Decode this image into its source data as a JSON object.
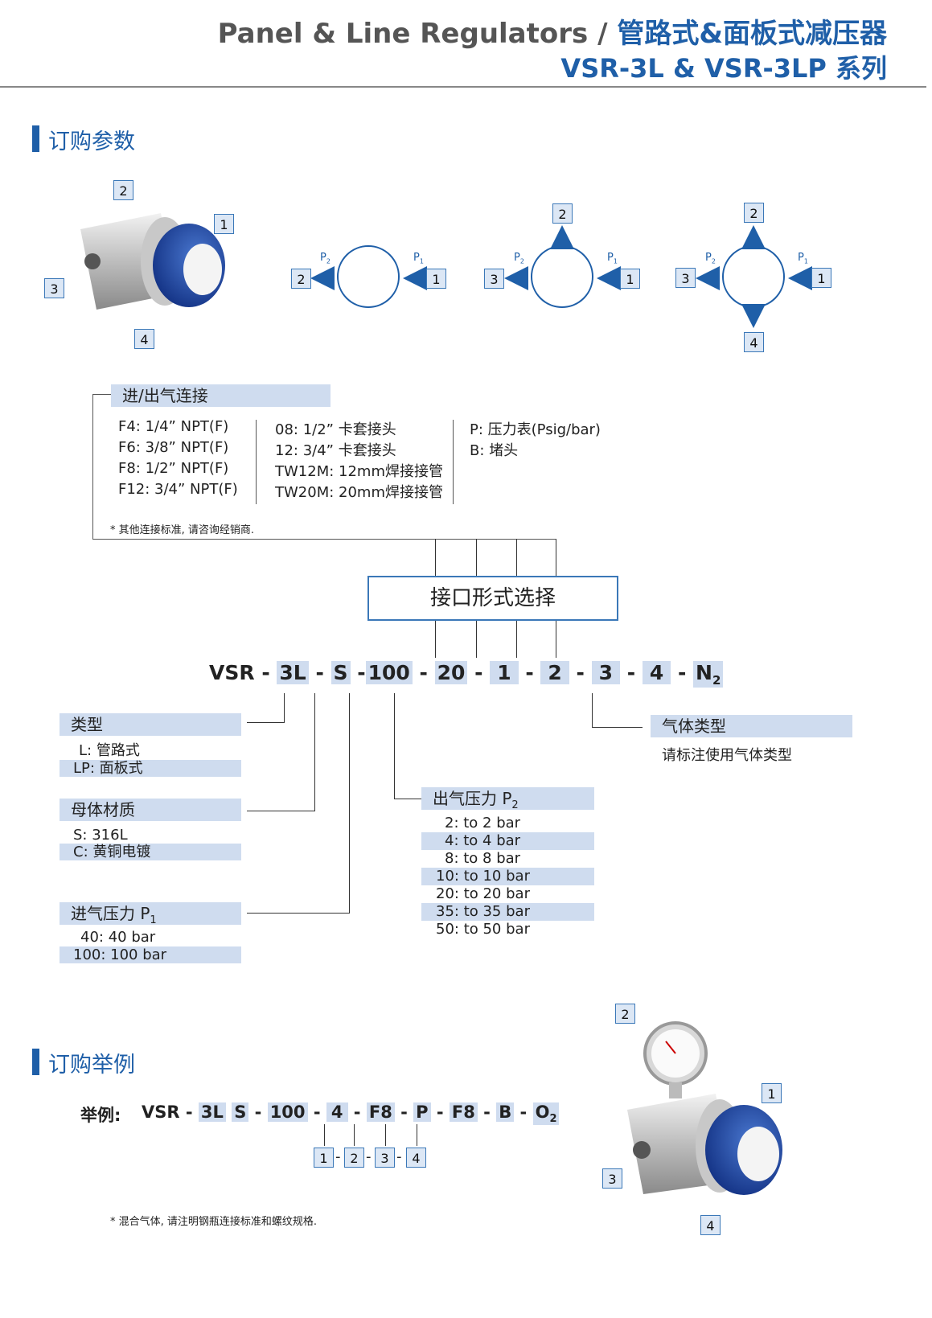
{
  "header": {
    "title_en": "Panel & Line Regulators /",
    "title_cn": "管路式&面板式减压器",
    "subtitle": "VSR-3L & VSR-3LP 系列"
  },
  "sections": {
    "order_params": "订购参数",
    "order_example": "订购举例"
  },
  "port_diagram": {
    "p1": "P",
    "p1_sub": "1",
    "p2": "P",
    "p2_sub": "2",
    "ports": [
      "1",
      "2",
      "3",
      "4"
    ]
  },
  "connections": {
    "title": "进/出气连接",
    "col1": [
      "F4:  1/4”  NPT(F)",
      "F6:  3/8”  NPT(F)",
      "F8:  1/2”  NPT(F)",
      "F12:  3/4”  NPT(F)"
    ],
    "col2": [
      "08: 1/2”  卡套接头",
      "12: 3/4”  卡套接头",
      "TW12M: 12mm焊接接管",
      "TW20M: 20mm焊接接管"
    ],
    "col3": [
      "P: 压力表(Psig/bar)",
      "B: 堵头"
    ],
    "note": "* 其他连接标准, 请咨询经销商."
  },
  "interface_box": "接口形式选择",
  "model_code": {
    "prefix": "VSR",
    "type": "3L",
    "body": "S",
    "inlet": "100",
    "outlet": "20",
    "p1": "1",
    "p2": "2",
    "p3": "3",
    "p4": "4",
    "gas": "N",
    "gas_sub": "2"
  },
  "type_section": {
    "title": "类型",
    "items": [
      "L:  管路式",
      "LP:  面板式"
    ]
  },
  "body_section": {
    "title": "母体材质",
    "items": [
      "S:  316L",
      "C:  黄铜电镀"
    ]
  },
  "inlet_section": {
    "title": "进气压力 P",
    "title_sub": "1",
    "items": [
      "40:  40 bar",
      "100:  100 bar"
    ]
  },
  "outlet_section": {
    "title": "出气压力 P",
    "title_sub": "2",
    "items": [
      "2:  to 2 bar",
      "4:  to 4 bar",
      "8:  to 8 bar",
      "10:  to 10 bar",
      "20:  to 20 bar",
      "35:  to 35 bar",
      "50:  to 50 bar"
    ]
  },
  "gas_section": {
    "title": "气体类型",
    "desc": "请标注使用气体类型"
  },
  "example": {
    "label": "举例:",
    "prefix": "VSR",
    "type": "3L",
    "body": "S",
    "inlet": "100",
    "outlet": "4",
    "c1": "F8",
    "c2": "P",
    "c3": "F8",
    "c4": "B",
    "gas": "O",
    "gas_sub": "2",
    "ports": [
      "1",
      "2",
      "3",
      "4"
    ],
    "note": "*  混合气体, 请注明钢瓶连接标准和螺纹规格."
  },
  "photo_labels": {
    "top": [
      "2",
      "1",
      "3",
      "4"
    ],
    "bottom": [
      "2",
      "1",
      "3",
      "4"
    ]
  },
  "colors": {
    "brand_blue": "#1f5fa8",
    "band": "#cfdcef",
    "box_border": "#3b78b8"
  }
}
